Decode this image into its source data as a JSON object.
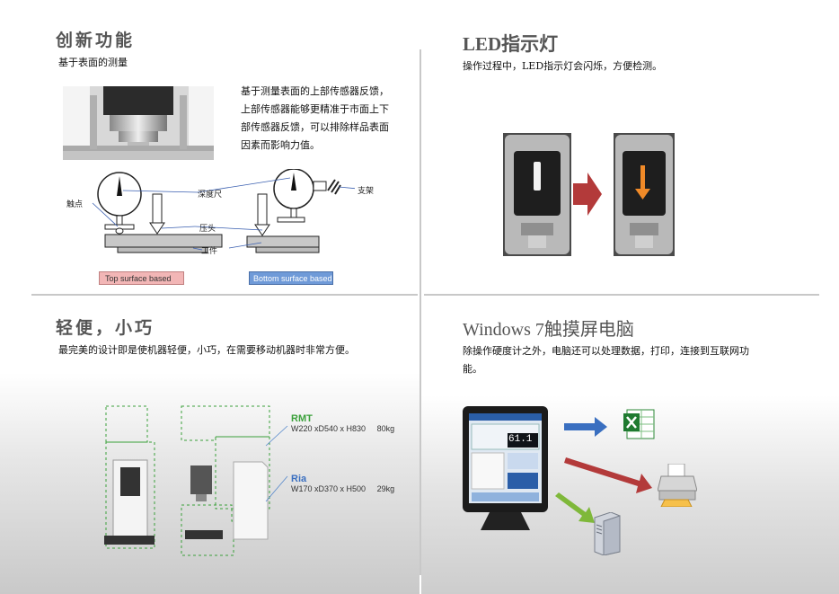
{
  "sections": {
    "innovation": {
      "title": "创新功能",
      "subtitle": "基于表面的测量",
      "description": [
        "基于测量表面的上部传感器反馈，",
        "上部传感器能够更精准于市面上下",
        "部传感器反馈，可以排除样品表面",
        "因素而影响力值。"
      ],
      "labels": {
        "depth": "深度尺",
        "contact": "触点",
        "bracket": "支架",
        "indenter": "压头",
        "workpiece": "工件"
      },
      "tag_top": "Top surface based",
      "tag_bottom": "Bottom surface based"
    },
    "led": {
      "title": "LED指示灯",
      "description": "操作过程中，LED指示灯会闪烁，方便检测。"
    },
    "compact": {
      "title": "轻便，小巧",
      "description": "最完美的设计即是使机器轻便，小巧，在需要移动机器时非常方便。",
      "models": [
        {
          "name": "RMT",
          "spec": "W220 xD540 x H830",
          "weight": "80kg"
        },
        {
          "name": "Ria",
          "spec": "W170 xD370 x H500",
          "weight": "29kg"
        }
      ]
    },
    "windows": {
      "title": "Windows 7触摸屏电脑",
      "description": [
        "除操作硬度计之外，电脑还可以处理数据，打印，连接到互联网功",
        "能。"
      ],
      "tablet_reading": "61.1"
    }
  },
  "colors": {
    "tag_top": "#f2b6b6",
    "tag_bottom": "#6f9ad8",
    "arrow_red": "#b33a3a",
    "arrow_blue": "#3a6fc0",
    "arrow_green": "#7fb83a",
    "model_green": "#3aa03a"
  },
  "icons": [
    "excel-icon",
    "printer-icon",
    "server-icon"
  ]
}
